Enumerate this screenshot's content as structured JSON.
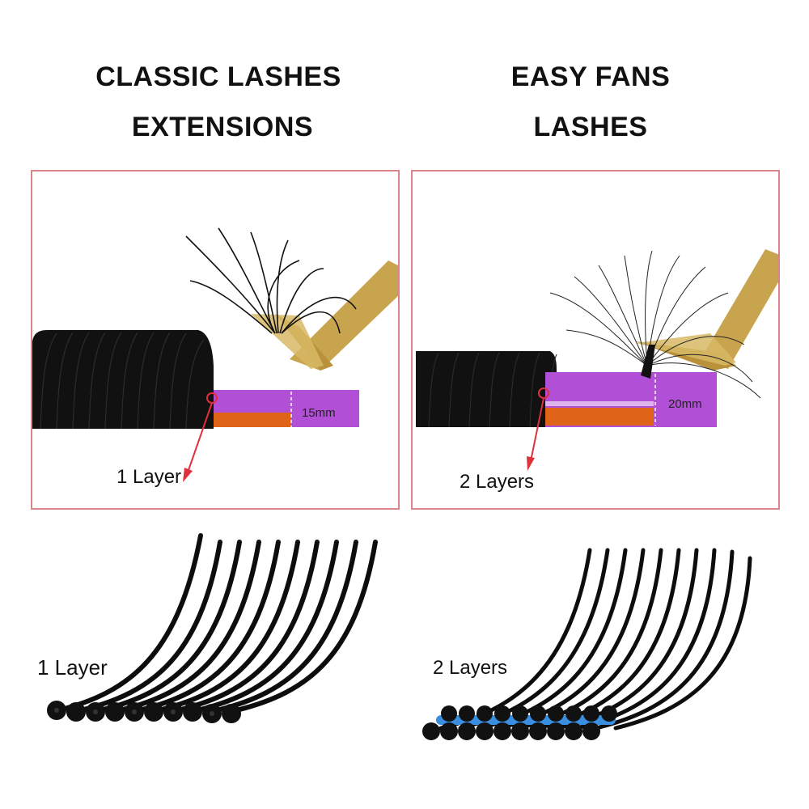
{
  "left": {
    "title_line1": "CLASSIC LASHES",
    "title_line2": "EXTENSIONS",
    "strip_length": "15mm",
    "panel_label": "1 Layer",
    "illustration_label": "1 Layer"
  },
  "right": {
    "title_line1": "EASY FANS",
    "title_line2": "LASHES",
    "strip_length": "20mm",
    "panel_label": "2 Layers",
    "illustration_label": "2 Layers"
  },
  "colors": {
    "panel_border": "#d9848a",
    "strip_purple": "#b14fd6",
    "strip_orange": "#e06418",
    "tweezer_gold": "#c9a44f",
    "marker_red": "#e0303c",
    "layer_blue": "#3a8ee0"
  }
}
